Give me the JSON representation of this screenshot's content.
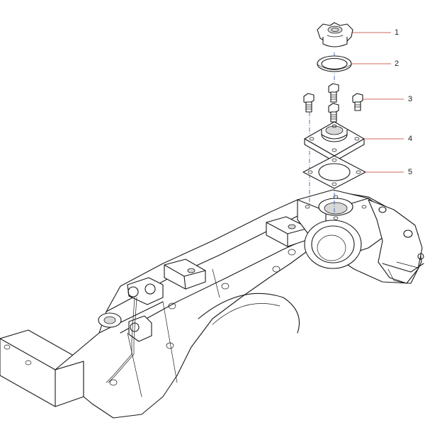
{
  "callouts": [
    {
      "number": "1"
    },
    {
      "number": "2"
    },
    {
      "number": "3"
    },
    {
      "number": "4"
    },
    {
      "number": "5"
    }
  ],
  "colors": {
    "linework": "#1a1a1a",
    "leader": "#c0392b",
    "center_line": "#2a4fa0",
    "background": "#ffffff"
  }
}
